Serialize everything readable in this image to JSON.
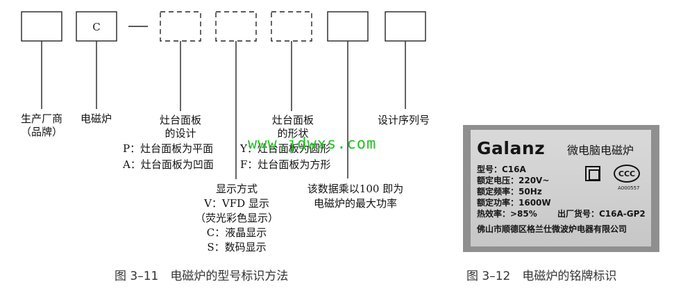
{
  "diagram": {
    "boxes": [
      {
        "id": "brand-box",
        "label": "",
        "style": "solid"
      },
      {
        "id": "c-box",
        "label": "C",
        "style": "solid"
      },
      {
        "id": "design-box",
        "label": "",
        "style": "dashed"
      },
      {
        "id": "display-box",
        "label": "",
        "style": "dashed"
      },
      {
        "id": "shape-box",
        "label": "",
        "style": "dashed"
      },
      {
        "id": "power-box",
        "label": "",
        "style": "solid"
      },
      {
        "id": "serial-box",
        "label": "",
        "style": "solid"
      }
    ],
    "labels": {
      "manufacturer_1": "生产厂商",
      "manufacturer_2": "（品牌）",
      "induction_cooker": "电磁炉",
      "panel_design_1": "灶台面板",
      "panel_design_2": "的设计",
      "design_p": "P：灶台面板为平面",
      "design_a": "A：灶台面板为凹面",
      "panel_shape_1": "灶台面板",
      "panel_shape_2": "的形状",
      "shape_y": "Y：灶台面板为圆形",
      "shape_f": "F：灶台面板为方形",
      "serial": "设计序列号",
      "display_title": "显示方式",
      "display_v": "V：VFD 显示",
      "display_v_note": "（荧光彩色显示）",
      "display_c": "C：液晶显示",
      "display_s": "S：数码显示",
      "power_1": "该数据乘以100 即为",
      "power_2": "电磁炉的最大功率"
    }
  },
  "watermark": "www.jdwxs.com",
  "captions": {
    "fig11": "图 3–11　电磁炉的型号标识方法",
    "fig12": "图 3–12　电磁炉的铭牌标识"
  },
  "nameplate": {
    "brand": "Galanz",
    "product": "微电脑电磁炉",
    "model": "型号：C16A",
    "voltage": "额定电压：220V~",
    "frequency": "额定频率：50Hz",
    "power": "额定功率：1600W",
    "efficiency": "热效率：>85%",
    "factory_code": "出厂货号：C16A-GP2",
    "ccc": "CCC",
    "cert_no": "A000557",
    "company": "佛山市顺德区格兰仕微波炉电器有限公司"
  },
  "colors": {
    "watermark": "#22c122",
    "plate_bg": "#cfcfcf",
    "plate_border": "#8f8f8f"
  }
}
